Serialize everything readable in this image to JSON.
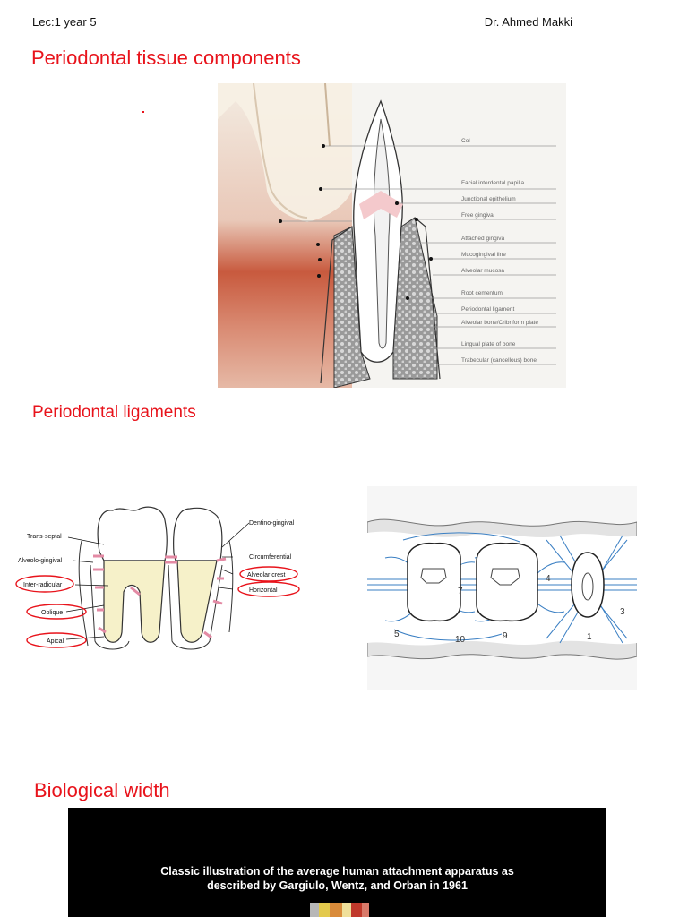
{
  "header": {
    "left": "Lec:1 year 5",
    "right": "Dr. Ahmed Makki"
  },
  "sections": {
    "tissue": "Periodontal tissue components",
    "ligaments": "Periodontal ligaments",
    "bio_width": "Biological width"
  },
  "fig1": {
    "labels": [
      "Col",
      "Facial interdental papilla",
      "Junctional epithelium",
      "Free gingiva",
      "Attached gingiva",
      "Mucogingival line",
      "Alveolar mucosa",
      "Root cementum",
      "Periodontal ligament",
      "Alveolar bone/Cribriform plate",
      "Lingual plate of bone",
      "Trabecular (cancellous) bone"
    ]
  },
  "fig2": {
    "left_labels": [
      "Trans-septal",
      "Alveolo-gingival",
      "Inter-radicular",
      "Oblique",
      "Apical"
    ],
    "right_labels": [
      "Dentino-gingival",
      "Circumferential",
      "Alveolar crest",
      "Horizontal"
    ]
  },
  "fig3": {
    "numbers": [
      "1",
      "3",
      "4",
      "5",
      "7",
      "9",
      "10"
    ]
  },
  "fig4": {
    "caption_line1": "Classic illustration of the average human attachment apparatus as",
    "caption_line2": "described by Gargiulo, Wentz, and Orban in 1961"
  }
}
